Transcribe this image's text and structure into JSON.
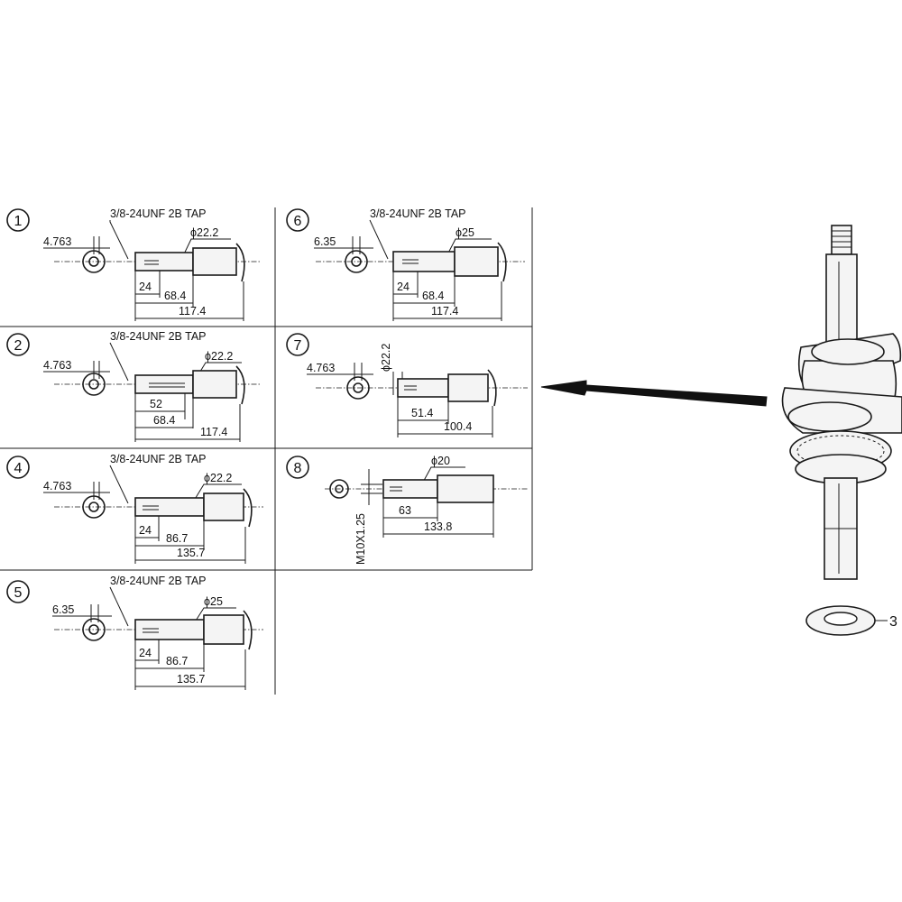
{
  "panels": [
    {
      "id": "p1",
      "number": "1",
      "tap": "3/8-24UNF 2B TAP",
      "dia": "ϕ22.2",
      "end": "4.763",
      "d1": "24",
      "d2": "68.4",
      "d3": "117.4"
    },
    {
      "id": "p2",
      "number": "2",
      "tap": "3/8-24UNF 2B TAP",
      "dia": "ϕ22.2",
      "end": "4.763",
      "d1": "52",
      "d2": "68.4",
      "d3": "117.4"
    },
    {
      "id": "p4",
      "number": "4",
      "tap": "3/8-24UNF 2B TAP",
      "dia": "ϕ22.2",
      "end": "4.763",
      "d1": "24",
      "d2": "86.7",
      "d3": "135.7"
    },
    {
      "id": "p5",
      "number": "5",
      "tap": "3/8-24UNF 2B TAP",
      "dia": "ϕ25",
      "end": "6.35",
      "d1": "24",
      "d2": "86.7",
      "d3": "135.7"
    },
    {
      "id": "p6",
      "number": "6",
      "tap": "3/8-24UNF 2B TAP",
      "dia": "ϕ25",
      "end": "6.35",
      "d1": "24",
      "d2": "68.4",
      "d3": "117.4"
    },
    {
      "id": "p7",
      "number": "7",
      "dia": "ϕ22.2",
      "end": "4.763",
      "d1": "51.4",
      "d2": "100.4"
    },
    {
      "id": "p8",
      "number": "8",
      "dia": "ϕ20",
      "thread": "M10X1.25",
      "d1": "63",
      "d2": "133.8"
    }
  ],
  "callout": "3"
}
